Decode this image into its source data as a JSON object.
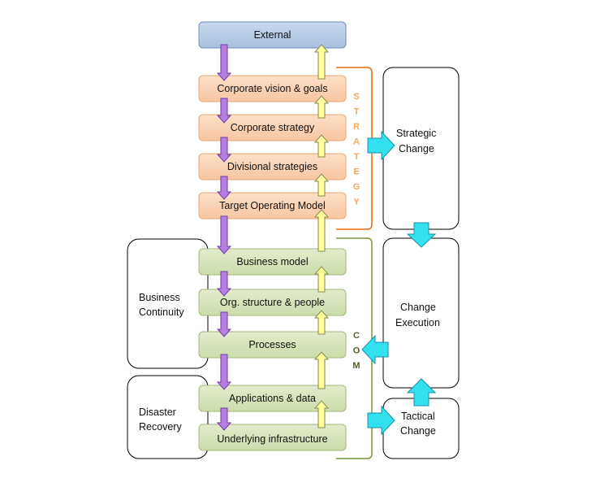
{
  "external": {
    "label": "External"
  },
  "strategy_boxes": [
    {
      "label": "Corporate vision & goals"
    },
    {
      "label": "Corporate strategy"
    },
    {
      "label": "Divisional strategies"
    },
    {
      "label": "Target Operating Model"
    }
  ],
  "com_boxes": [
    {
      "label": "Business model"
    },
    {
      "label": "Org. structure & people"
    },
    {
      "label": "Processes"
    },
    {
      "label": "Applications & data"
    },
    {
      "label": "Underlying infrastructure"
    }
  ],
  "strategy_bracket": {
    "letters": [
      "S",
      "T",
      "R",
      "A",
      "T",
      "E",
      "G",
      "Y"
    ]
  },
  "com_bracket": {
    "letters": [
      "C",
      "O",
      "M"
    ]
  },
  "left_groups": {
    "business_continuity": {
      "line1": "Business",
      "line2": "Continuity"
    },
    "disaster_recovery": {
      "line1": "Disaster",
      "line2": "Recovery"
    }
  },
  "change_boxes": {
    "strategic": {
      "line1": "Strategic",
      "line2": "Change"
    },
    "execution": {
      "line1": "Change",
      "line2": "Execution"
    },
    "tactical": {
      "line1": "Tactical",
      "line2": "Change"
    }
  },
  "colors": {
    "external_fill": "#b9cde5",
    "strategy_fill": "#fcd5b5",
    "com_fill": "#d7e4bd",
    "down_arrow": "#b77fe0",
    "up_arrow": "#ffff99",
    "cyan_arrow": "#33e0f0",
    "strategy_outline": "#e46c0a",
    "strategy_letters": "#f8a65a",
    "com_outline": "#77933c",
    "com_letters": "#4f6228"
  }
}
